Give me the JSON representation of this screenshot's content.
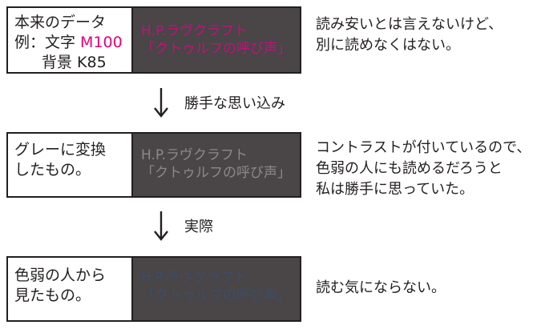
{
  "rows": [
    {
      "label_lines": [
        "本来のデータ",
        "例：文字 ",
        "背景 K85"
      ],
      "label_magenta": "M100",
      "sample_line1": "H.P.ラヴクラフト",
      "sample_line2": "「クトゥルフの呼び声」",
      "sample_color": "#c0127e",
      "note_lines": [
        "読み安いとは言えないけど、",
        "別に読めなくはない。"
      ]
    },
    {
      "label_lines": [
        "グレーに変換",
        "したもの。"
      ],
      "sample_line1": "H.P.ラヴクラフト",
      "sample_line2": "「クトゥルフの呼び声」",
      "sample_color": "#8d8889",
      "note_lines": [
        "コントラストが付いているので、",
        "色弱の人にも読めるだろうと",
        "私は勝手に思っていた。"
      ]
    },
    {
      "label_lines": [
        "色弱の人から",
        "見たもの。"
      ],
      "sample_line1": "H.P.ラヴクラフト",
      "sample_line2": "「クトゥルフの呼び声」",
      "sample_color": "#3a4d6c",
      "note_lines": [
        "読む気にならない。"
      ]
    }
  ],
  "arrows": [
    {
      "label": "勝手な思い込み"
    },
    {
      "label": "実際"
    }
  ],
  "colors": {
    "border": "#231f20",
    "box_bg": "#4a4546",
    "magenta": "#e4007f"
  }
}
